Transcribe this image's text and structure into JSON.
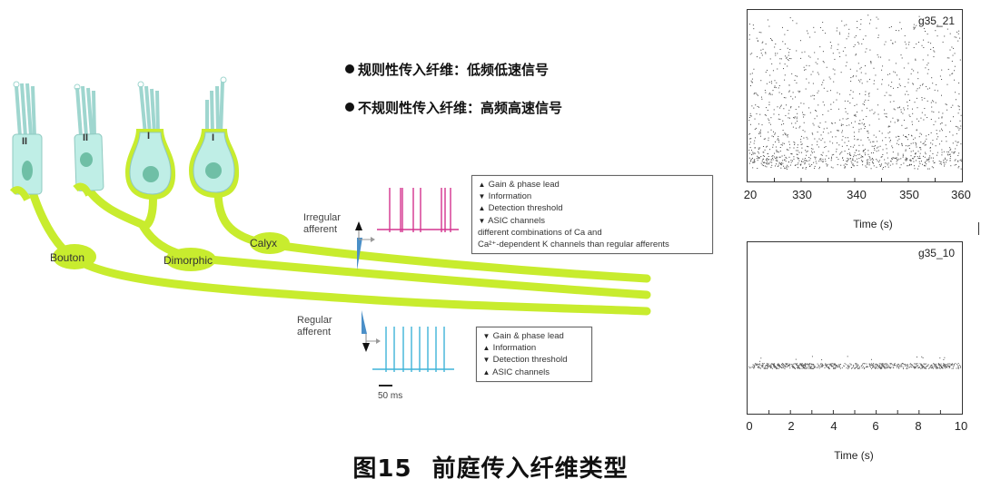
{
  "bullets": [
    {
      "text": "规则性传入纤维：低频低速信号"
    },
    {
      "text": "不规则性传入纤维：高频高速信号"
    }
  ],
  "caption": {
    "number": "图15",
    "title": "前庭传入纤维类型"
  },
  "hair_cells": [
    {
      "type_label": "II",
      "shape": "cylindrical",
      "ending": "Bouton"
    },
    {
      "type_label": "II",
      "shape": "cylindrical",
      "ending": "Dimorphic"
    },
    {
      "type_label": "I",
      "shape": "flask",
      "ending": "Dimorphic"
    },
    {
      "type_label": "I",
      "shape": "flask",
      "ending": "Calyx"
    }
  ],
  "endings": {
    "bouton": "Bouton",
    "dimorphic": "Dimorphic",
    "calyx": "Calyx"
  },
  "afferents": {
    "irregular": {
      "label_line1": "Irregular",
      "label_line2": "afferent",
      "spike_color": "#d4338f",
      "properties": [
        {
          "arrow": "up",
          "text": "Gain & phase lead"
        },
        {
          "arrow": "down",
          "text": "Information"
        },
        {
          "arrow": "up",
          "text": "Detection threshold"
        },
        {
          "arrow": "down",
          "text": "ASIC channels"
        }
      ],
      "note_line1": "different combinations of Ca and",
      "note_line2": "Ca²⁺-dependent K channels than regular afferents"
    },
    "regular": {
      "label_line1": "Regular",
      "label_line2": "afferent",
      "spike_color": "#3fb4d8",
      "properties": [
        {
          "arrow": "down",
          "text": "Gain & phase lead"
        },
        {
          "arrow": "up",
          "text": "Information"
        },
        {
          "arrow": "down",
          "text": "Detection threshold"
        },
        {
          "arrow": "up",
          "text": "ASIC channels"
        }
      ]
    },
    "scale_bar": "50 ms"
  },
  "rasters": [
    {
      "title": "g35_21",
      "x_ticks": [
        "20",
        "330",
        "340",
        "350",
        "360"
      ],
      "x_label": "Time (s)",
      "pattern": "irregular, widely scattered"
    },
    {
      "title": "g35_10",
      "x_ticks": [
        "0",
        "2",
        "4",
        "6",
        "8",
        "10"
      ],
      "x_label": "Time (s)",
      "pattern": "regular, narrow band"
    }
  ],
  "colors": {
    "fiber": "#c8ec2e",
    "fiber_dark": "#a8cc1a",
    "cell_fill": "#bfeee6",
    "cell_stroke": "#8fc9c0",
    "nucleus": "#6fbfa6",
    "cilia": "#9fd6cf"
  }
}
